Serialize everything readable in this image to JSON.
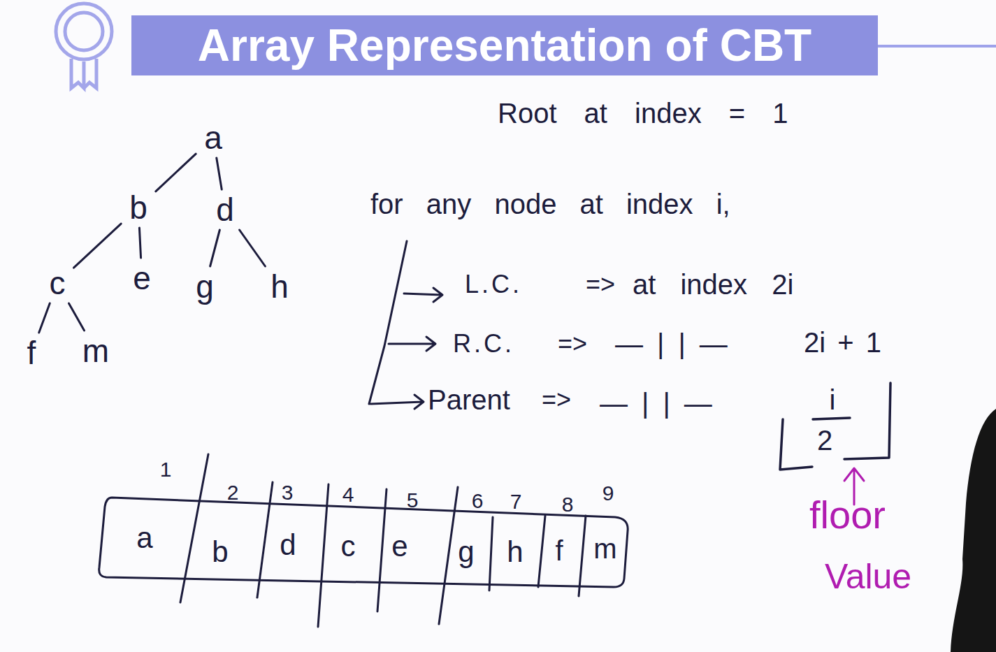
{
  "diagram": {
    "title": "Array Representation of CBT",
    "nodes": [
      {
        "text": [
          "a"
        ]
      },
      {
        "text": [
          "b"
        ]
      },
      {
        "text": [
          "d"
        ]
      },
      {
        "text": [
          "c"
        ]
      },
      {
        "text": [
          "e"
        ]
      },
      {
        "text": [
          "g"
        ]
      },
      {
        "text": [
          "h"
        ]
      },
      {
        "text": [
          "f"
        ]
      },
      {
        "text": [
          "m"
        ]
      }
    ],
    "edges": [
      {
        "from": 0,
        "to": 1,
        "arrow": "none"
      },
      {
        "from": 0,
        "to": 2,
        "arrow": "none"
      },
      {
        "from": 1,
        "to": 3,
        "arrow": "none"
      },
      {
        "from": 1,
        "to": 4,
        "arrow": "none"
      },
      {
        "from": 2,
        "to": 5,
        "arrow": "none"
      },
      {
        "from": 2,
        "to": 6,
        "arrow": "none"
      },
      {
        "from": 3,
        "to": 7,
        "arrow": "none"
      },
      {
        "from": 3,
        "to": 8,
        "arrow": "none"
      }
    ],
    "labels": [
      "Root at index = 1",
      "for any node at index i,",
      "L.C.",
      "=>",
      "at index 2i",
      "R.C.",
      "=>",
      "—||—",
      "2i + 1",
      "Parent",
      "=>",
      "—||—",
      "i",
      "2",
      "1",
      "2",
      "3",
      "4",
      "5",
      "6",
      "7",
      "8",
      "9",
      "a",
      "b",
      "d",
      "c",
      "e",
      "g",
      "h",
      "f",
      "m",
      "floor",
      "Value"
    ]
  }
}
